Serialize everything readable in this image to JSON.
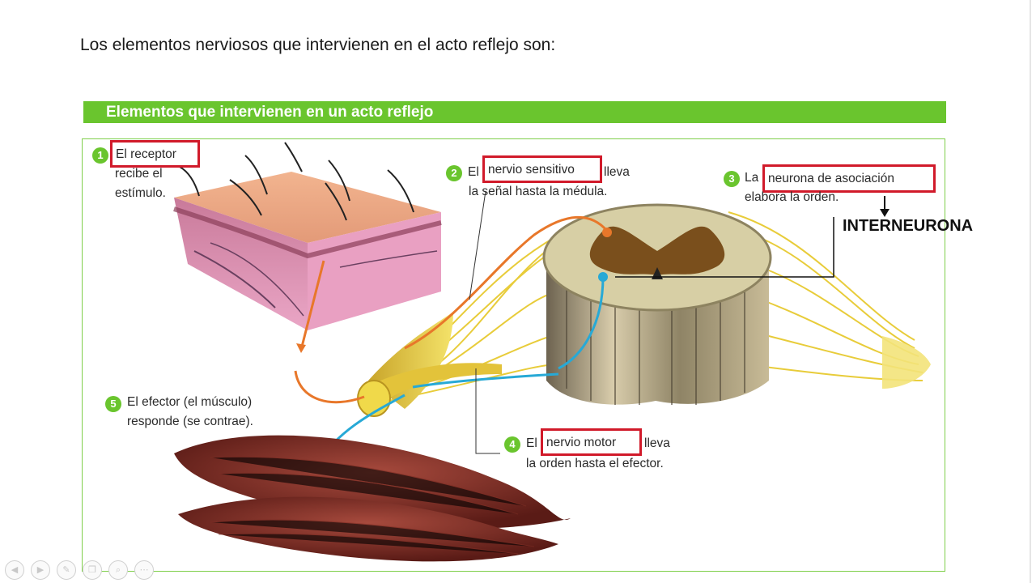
{
  "slide": {
    "heading": "Los elementos nerviosos que intervienen en el acto reflejo son:"
  },
  "figure": {
    "banner": "Elementos que intervienen en un acto reflejo",
    "steps": [
      {
        "num": "1",
        "highlight": "El receptor",
        "line1_rest": "",
        "line2": "recibe el",
        "line3": "estímulo."
      },
      {
        "num": "2",
        "prefix": "El",
        "highlight": "nervio sensitivo",
        "suffix": "lleva",
        "line2": "la señal hasta la médula."
      },
      {
        "num": "3",
        "prefix": "La",
        "highlight": "neurona de asociación",
        "line2": "elabora la orden."
      },
      {
        "num": "4",
        "prefix": "El",
        "highlight": "nervio motor",
        "suffix": "lleva",
        "line2": "la orden hasta el efector."
      },
      {
        "num": "5",
        "line1": "El efector (el músculo)",
        "line2": "responde (se contrae)."
      }
    ],
    "annotation": "INTERNEURONA"
  },
  "colors": {
    "banner": "#6ac52e",
    "highlight_box": "#d11a2a",
    "sensory_path": "#e8772a",
    "motor_path": "#27a9d6",
    "nerve": "#e8cc3a"
  },
  "icons": [
    "arrow-left-icon",
    "arrow-right-icon",
    "pen-icon",
    "copy-icon",
    "zoom-icon",
    "more-icon"
  ]
}
